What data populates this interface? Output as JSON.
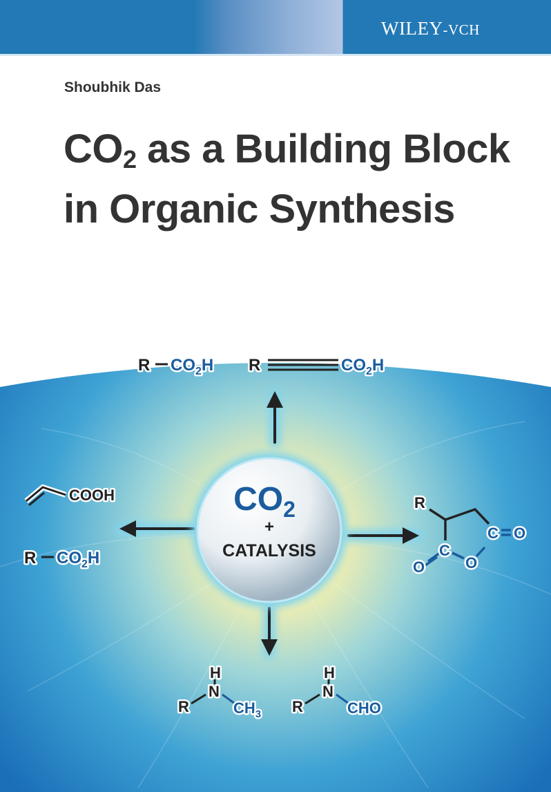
{
  "header": {
    "publisher_main": "WILEY",
    "publisher_sub": "-VCH"
  },
  "author": "Shoubhik Das",
  "title": {
    "line1_pre": "CO",
    "line1_sub": "2",
    "line1_post": " as a Building Block",
    "line2": "in Organic Synthesis"
  },
  "diagram": {
    "center": {
      "co": "CO",
      "sub": "2",
      "plus": "+",
      "catalysis": "CATALYSIS"
    },
    "top_left": {
      "r": "R",
      "co": "CO",
      "sub": "2",
      "h": "H"
    },
    "top_right": {
      "r": "R",
      "co": "CO",
      "sub": "2",
      "h": "H"
    },
    "left_top": {
      "cooh": "COOH"
    },
    "left_bottom": {
      "r": "R",
      "co": "CO",
      "sub": "2",
      "h": "H"
    },
    "right": {
      "r": "R",
      "c1": "C",
      "o1": "O",
      "c2": "C",
      "o2": "O",
      "oring": "O"
    },
    "bottom_left": {
      "h": "H",
      "n": "N",
      "r": "R",
      "ch": "CH",
      "sub": "3"
    },
    "bottom_right": {
      "h": "H",
      "n": "N",
      "r": "R",
      "cho": "CHO"
    }
  },
  "colors": {
    "brand_blue": "#2279b5",
    "chem_blue": "#1b5c9e",
    "title_gray": "#333333"
  }
}
